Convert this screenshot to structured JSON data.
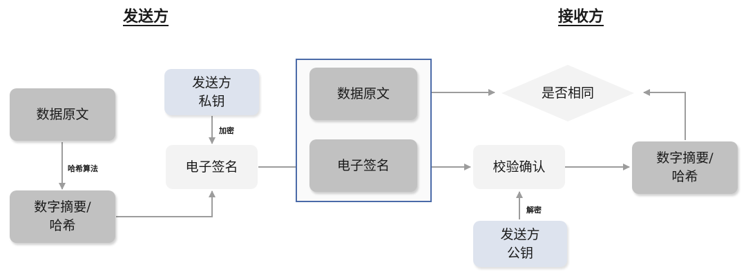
{
  "sender_title": "发送方",
  "receiver_title": "接收方",
  "nodes": {
    "sender_original": "数据原文",
    "sender_digest_line1": "数字摘要/",
    "sender_digest_line2": "哈希",
    "sender_private_key_line1": "发送方",
    "sender_private_key_line2": "私钥",
    "signature": "电子签名",
    "package_original": "数据原文",
    "package_signature": "电子签名",
    "verify": "校验确认",
    "public_key_line1": "发送方",
    "public_key_line2": "公钥",
    "receiver_digest_line1": "数字摘要/",
    "receiver_digest_line2": "哈希",
    "compare": "是否相同"
  },
  "edge_labels": {
    "hash_algorithm": "哈希算法",
    "encrypt": "加密",
    "decrypt": "解密"
  },
  "colors": {
    "dark_box": "#c1c1c1",
    "light_box": "#f3f3f3",
    "key_box": "#dde3ee",
    "frame_border": "#4a6aa8",
    "arrow": "#9c9c9c"
  }
}
